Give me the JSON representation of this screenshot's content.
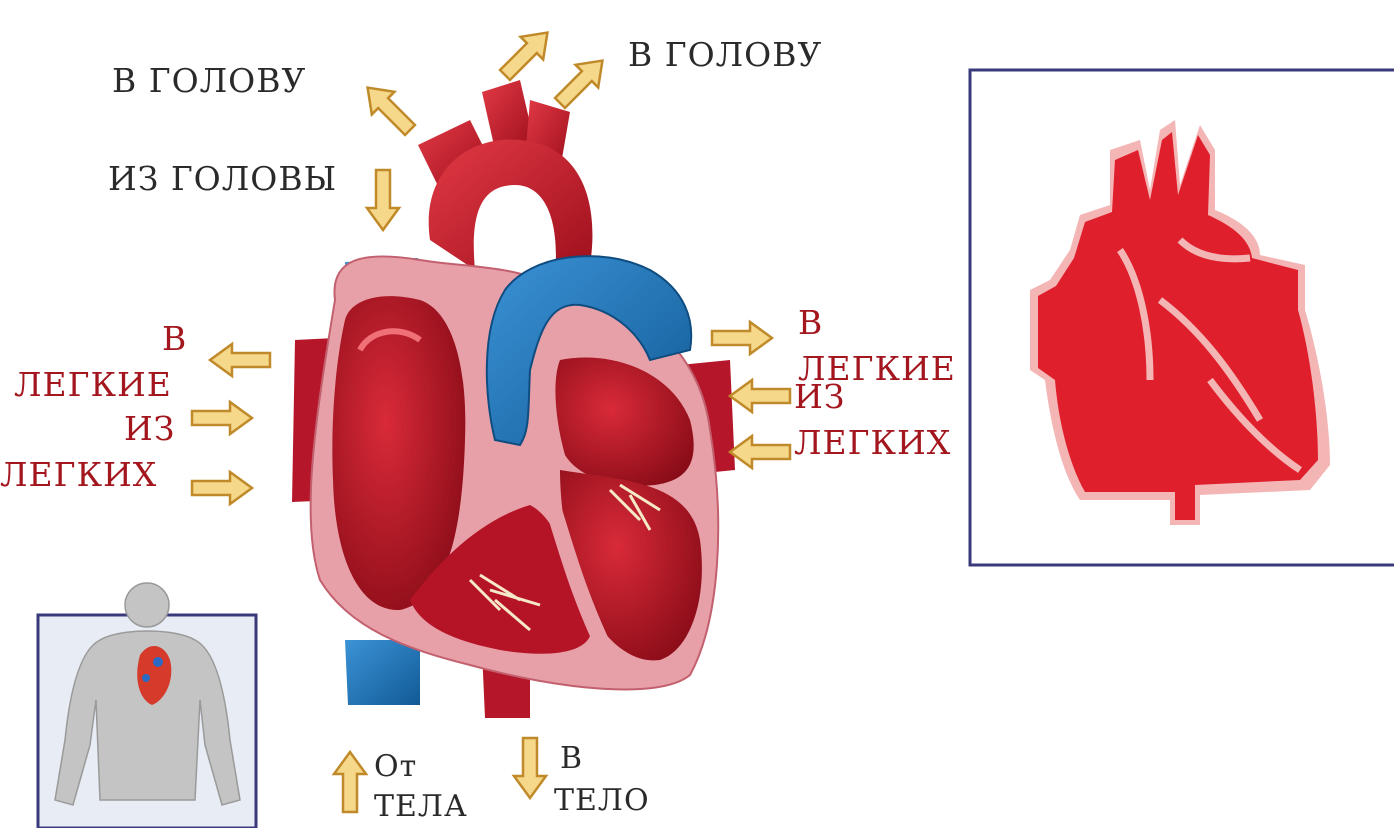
{
  "labels": {
    "to_head_left": "В ГОЛОВУ",
    "to_head_right": "В ГОЛОВУ",
    "from_head": "ИЗ ГОЛОВЫ",
    "left_to_lungs_1": "В",
    "left_to_lungs_2": "ЛЕГКИЕ",
    "left_from_lungs_1": "ИЗ",
    "left_from_lungs_2": "ЛЕГКИХ",
    "right_to_lungs_1": "В",
    "right_to_lungs_2": "ЛЕГКИЕ",
    "right_from_lungs_1": "ИЗ",
    "right_from_lungs_2": "ЛЕГКИХ",
    "from_body_1": "От",
    "from_body_2": "ТЕЛА",
    "to_body_1": "В",
    "to_body_2": "ТЕЛО"
  },
  "colors": {
    "heart_red": "#c8182a",
    "vein_blue": "#1f73b7",
    "wall_pink": "#e8a0a8",
    "arrow_fill": "#f6d88a",
    "arrow_stroke": "#c08a2a",
    "label_dark": "#2a2a2a",
    "label_red": "#a3161e",
    "frame": "#3a3a7a"
  },
  "icons": {
    "main": "heart-anatomy-illustration",
    "inset": "heart-silhouette-icon",
    "thumbnail": "human-body-figure-icon"
  }
}
